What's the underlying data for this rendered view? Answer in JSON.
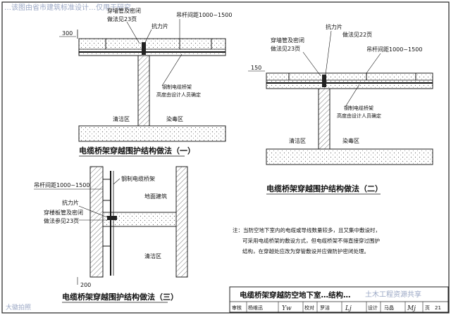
{
  "watermark_top": "…该图由省市建筑标准设计…仅用于研究",
  "fig1": {
    "title": "电缆桥架穿越围护结构做法（一）",
    "lbl_tube": "穿墙管及密闭",
    "lbl_tube_ref": "做法见23页",
    "lbl_hanger": "吊杆间距1000~1500",
    "dim": "300",
    "lbl_anchor": "抗力片",
    "lbl_tray": "钢制电缆桥架",
    "lbl_tray_h": "高度由设计人员确定",
    "zone_clean": "清洁区",
    "zone_safe": "染毒区"
  },
  "fig2": {
    "title": "电缆桥架穿越围护结构做法（二）",
    "lbl_tube": "穿墙管及密闭",
    "lbl_tube_ref": "做法见23页",
    "lbl_anchor": "抗力片",
    "lbl_ref22": "做法见22页",
    "lbl_hanger": "吊杆间距1000~1500",
    "dim": "150",
    "lbl_tray": "钢制电缆桥架",
    "lbl_tray_h": "高度由设计人员确定",
    "zone_clean": "清洁区",
    "zone_safe": "染毒区"
  },
  "fig3": {
    "title": "电缆桥架穿越围护结构做法（三）",
    "lbl_hanger": "吊杆间距1000~1500",
    "lbl_tray": "钢制电缆桥架",
    "lbl_ground": "地面建筑",
    "lbl_anchor": "抗力片",
    "lbl_tube": "穿楼板管及密闭",
    "lbl_tube_ref": "做法参见23页",
    "zone_clean": "清洁区",
    "dim": "200"
  },
  "note": {
    "line1": "注：当防空地下室内的电缆或导线数量较多，且又集中敷设时，",
    "line2": "可采用电缆桥架的敷设方式，但电缆桥架不得直接穿过围护",
    "line3": "结构，在穿越处应改为穿管敷设并应做防护密闭处理。"
  },
  "title_block": {
    "main": "电缆桥架穿越防空地下室…结构…",
    "reviewer_lbl": "审核",
    "reviewer": "杨维迅",
    "checker_lbl": "校对",
    "checker": "罗洁",
    "designer_lbl": "设计",
    "designer": "马晶",
    "page_lbl": "页",
    "page": "21"
  },
  "watermark_bottom_left": "大徽拍照",
  "watermark_bottom_right": "土木工程资源共享"
}
